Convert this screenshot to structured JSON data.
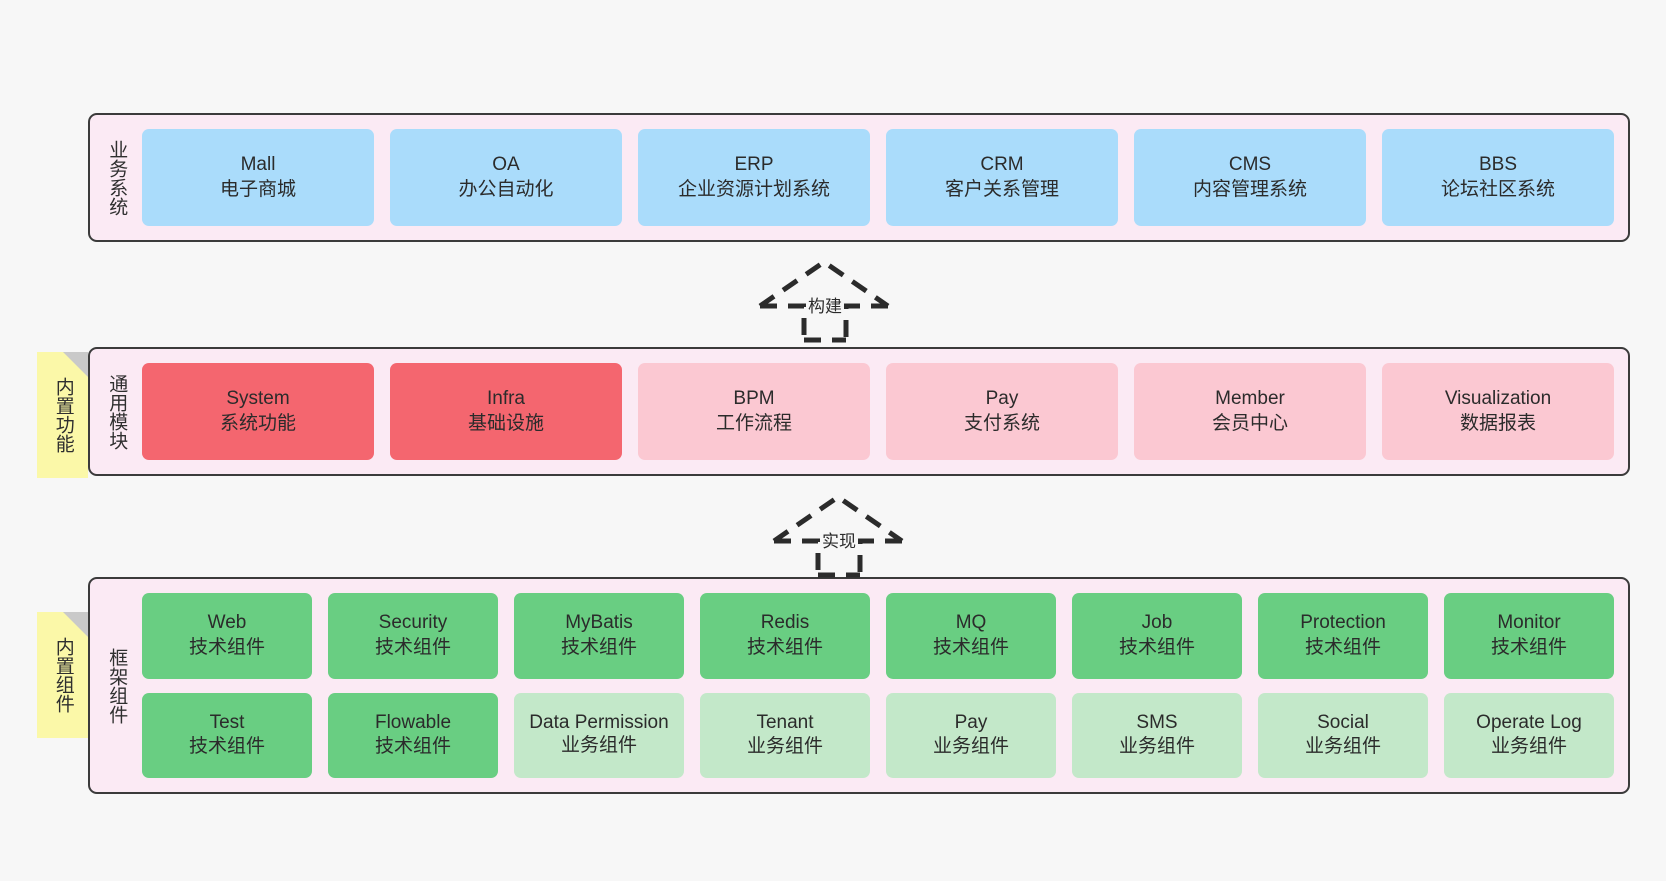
{
  "diagram": {
    "background": "#f7f7f7",
    "panel_fill": "#fbeaf4",
    "panel_border": "#3b3b3b",
    "note_fill": "#fbf8a8"
  },
  "layers": [
    {
      "key": "business",
      "title": "业务系统",
      "note": null,
      "rows": [
        {
          "cards": [
            {
              "en": "Mall",
              "cn": "电子商城",
              "color": "#aadcfb",
              "style": "c-blue"
            },
            {
              "en": "OA",
              "cn": "办公自动化",
              "color": "#aadcfb",
              "style": "c-blue"
            },
            {
              "en": "ERP",
              "cn": "企业资源计划系统",
              "color": "#aadcfb",
              "style": "c-blue"
            },
            {
              "en": "CRM",
              "cn": "客户关系管理",
              "color": "#aadcfb",
              "style": "c-blue"
            },
            {
              "en": "CMS",
              "cn": "内容管理系统",
              "color": "#aadcfb",
              "style": "c-blue"
            },
            {
              "en": "BBS",
              "cn": "论坛社区系统",
              "color": "#aadcfb",
              "style": "c-blue"
            }
          ]
        }
      ]
    },
    {
      "key": "common",
      "title": "通用模块",
      "note": "内置功能",
      "rows": [
        {
          "cards": [
            {
              "en": "System",
              "cn": "系统功能",
              "color": "#f4666f",
              "style": "c-red"
            },
            {
              "en": "Infra",
              "cn": "基础设施",
              "color": "#f4666f",
              "style": "c-red"
            },
            {
              "en": "BPM",
              "cn": "工作流程",
              "color": "#fbc8d2",
              "style": "c-pink"
            },
            {
              "en": "Pay",
              "cn": "支付系统",
              "color": "#fbc8d2",
              "style": "c-pink"
            },
            {
              "en": "Member",
              "cn": "会员中心",
              "color": "#fbc8d2",
              "style": "c-pink"
            },
            {
              "en": "Visualization",
              "cn": "数据报表",
              "color": "#fbc8d2",
              "style": "c-pink"
            }
          ]
        }
      ]
    },
    {
      "key": "framework",
      "title": "框架组件",
      "note": "内置组件",
      "rows": [
        {
          "cards": [
            {
              "en": "Web",
              "cn": "技术组件",
              "color": "#69ce82",
              "style": "c-green"
            },
            {
              "en": "Security",
              "cn": "技术组件",
              "color": "#69ce82",
              "style": "c-green"
            },
            {
              "en": "MyBatis",
              "cn": "技术组件",
              "color": "#69ce82",
              "style": "c-green"
            },
            {
              "en": "Redis",
              "cn": "技术组件",
              "color": "#69ce82",
              "style": "c-green"
            },
            {
              "en": "MQ",
              "cn": "技术组件",
              "color": "#69ce82",
              "style": "c-green"
            },
            {
              "en": "Job",
              "cn": "技术组件",
              "color": "#69ce82",
              "style": "c-green"
            },
            {
              "en": "Protection",
              "cn": "技术组件",
              "color": "#69ce82",
              "style": "c-green"
            },
            {
              "en": "Monitor",
              "cn": "技术组件",
              "color": "#69ce82",
              "style": "c-green"
            }
          ]
        },
        {
          "cards": [
            {
              "en": "Test",
              "cn": "技术组件",
              "color": "#69ce82",
              "style": "c-green"
            },
            {
              "en": "Flowable",
              "cn": "技术组件",
              "color": "#69ce82",
              "style": "c-green"
            },
            {
              "en": "Data Permission",
              "cn": "业务组件",
              "color": "#c3e8c9",
              "style": "c-greenlight",
              "wrap": true
            },
            {
              "en": "Tenant",
              "cn": "业务组件",
              "color": "#c3e8c9",
              "style": "c-greenlight"
            },
            {
              "en": "Pay",
              "cn": "业务组件",
              "color": "#c3e8c9",
              "style": "c-greenlight"
            },
            {
              "en": "SMS",
              "cn": "业务组件",
              "color": "#c3e8c9",
              "style": "c-greenlight"
            },
            {
              "en": "Social",
              "cn": "业务组件",
              "color": "#c3e8c9",
              "style": "c-greenlight"
            },
            {
              "en": "Operate Log",
              "cn": "业务组件",
              "color": "#c3e8c9",
              "style": "c-greenlight"
            }
          ]
        }
      ]
    }
  ],
  "connectors": [
    {
      "key": "build",
      "label": "构建"
    },
    {
      "key": "implement",
      "label": "实现"
    }
  ]
}
